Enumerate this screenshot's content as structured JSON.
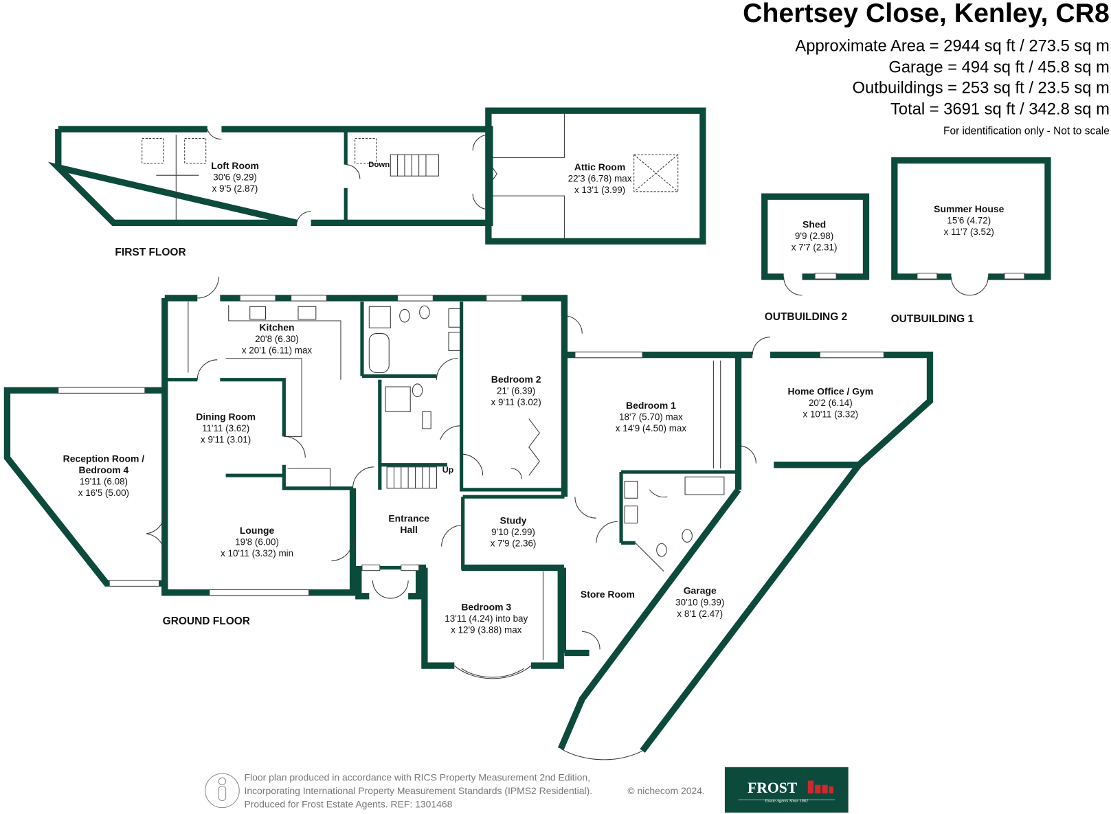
{
  "header": {
    "title": "Chertsey Close, Kenley, CR8",
    "areas": [
      "Approximate Area = 2944 sq ft / 273.5 sq m",
      "Garage = 494 sq ft / 45.8 sq m",
      "Outbuildings = 253 sq ft / 23.5 sq m",
      "Total = 3691 sq ft / 342.8 sq m"
    ],
    "note": "For identification only - Not to scale"
  },
  "floors": {
    "first": "FIRST FLOOR",
    "ground": "GROUND FLOOR",
    "outbuilding1": "OUTBUILDING 1",
    "outbuilding2": "OUTBUILDING 2"
  },
  "labels": {
    "down": "Down",
    "up": "Up"
  },
  "rooms": {
    "loft": {
      "name": "Loft Room",
      "d1": "30'6 (9.29)",
      "d2": "x 9'5 (2.87)"
    },
    "attic": {
      "name": "Attic Room",
      "d1": "22'3 (6.78) max",
      "d2": "x 13'1 (3.99)"
    },
    "shed": {
      "name": "Shed",
      "d1": "9'9 (2.98)",
      "d2": "x 7'7 (2.31)"
    },
    "summer": {
      "name": "Summer House",
      "d1": "15'6 (4.72)",
      "d2": "x 11'7 (3.52)"
    },
    "kitchen": {
      "name": "Kitchen",
      "d1": "20'8 (6.30)",
      "d2": "x 20'1 (6.11) max"
    },
    "dining": {
      "name": "Dining Room",
      "d1": "11'11 (3.62)",
      "d2": "x 9'11 (3.01)"
    },
    "reception": {
      "name1": "Reception Room /",
      "name2": "Bedroom 4",
      "d1": "19'11 (6.08)",
      "d2": "x 16'5 (5.00)"
    },
    "lounge": {
      "name": "Lounge",
      "d1": "19'8 (6.00)",
      "d2": "x 10'11 (3.32) min"
    },
    "hall": {
      "name1": "Entrance",
      "name2": "Hall"
    },
    "bed2": {
      "name": "Bedroom 2",
      "d1": "21' (6.39)",
      "d2": "x 9'11 (3.02)"
    },
    "bed1": {
      "name": "Bedroom 1",
      "d1": "18'7 (5.70) max",
      "d2": "x 14'9 (4.50) max"
    },
    "office": {
      "name": "Home Office / Gym",
      "d1": "20'2 (6.14)",
      "d2": "x 10'11 (3.32)"
    },
    "study": {
      "name": "Study",
      "d1": "9'10 (2.99)",
      "d2": "x 7'9 (2.36)"
    },
    "bed3": {
      "name": "Bedroom 3",
      "d1": "13'11 (4.24) into bay",
      "d2": "x 12'9 (3.88) max"
    },
    "store": {
      "name": "Store Room"
    },
    "garage": {
      "name": "Garage",
      "d1": "30'10 (9.39)",
      "d2": "x 8'1 (2.47)"
    }
  },
  "footer": {
    "lines": [
      "Floor plan produced in accordance with RICS Property Measurement 2nd Edition,",
      "Incorporating International Property Measurement Standards (IPMS2 Residential).",
      "Produced for Frost Estate Agents.   REF:  1301468"
    ],
    "copyright": "© nichecom 2024.",
    "logo_text": "FROST",
    "logo_tagline": "Estate Agents Since 1862"
  },
  "colors": {
    "wall": "#0c4a3b",
    "logo_bg": "#0c4a3b",
    "logo_accent": "#d0282e"
  }
}
